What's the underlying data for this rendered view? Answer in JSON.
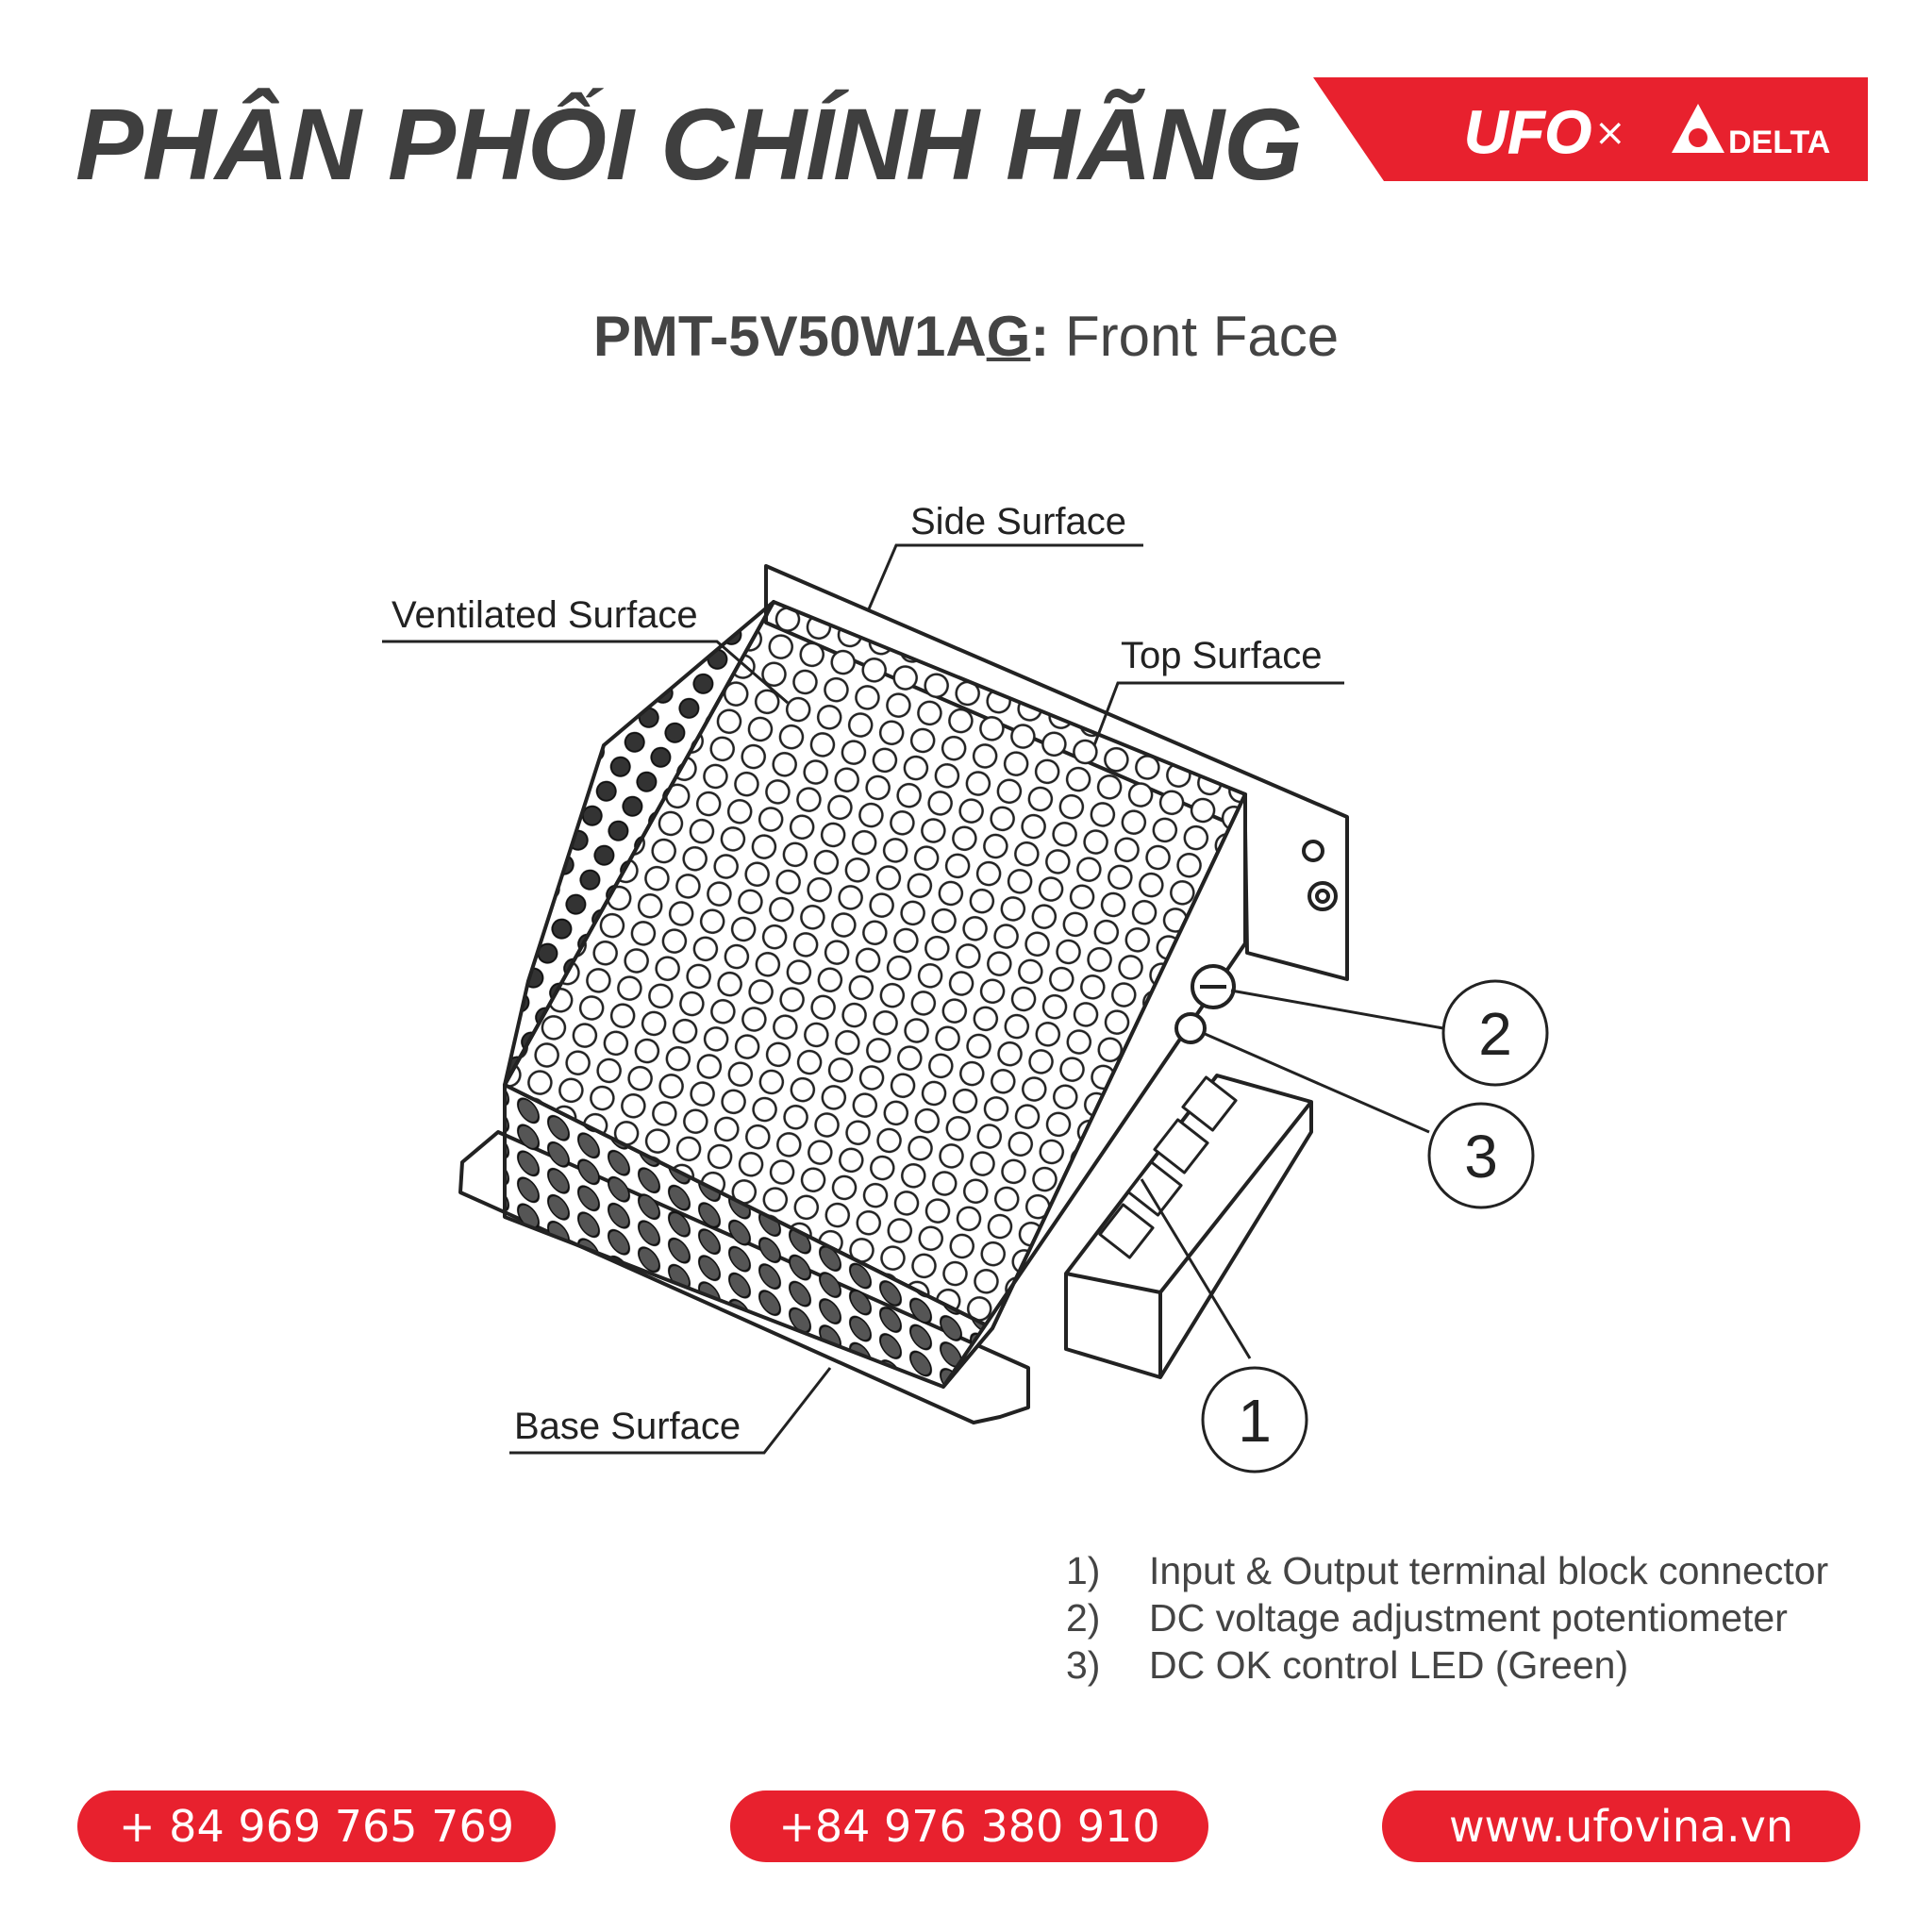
{
  "header": {
    "headline": "PHÂN PHỐI CHÍNH HÃNG",
    "brand": {
      "logo_left": "UFO",
      "separator": "×",
      "logo_right": "DELTA",
      "color": "#e8212e"
    }
  },
  "title": {
    "model_prefix": "PMT-5V50W1A",
    "model_underlined": "G",
    "colon": ":",
    "view": " Front Face"
  },
  "diagram": {
    "labels": {
      "side": "Side Surface",
      "ventilated": "Ventilated Surface",
      "top": "Top Surface",
      "base": "Base Surface"
    },
    "callouts": [
      "1",
      "2",
      "3"
    ]
  },
  "legend": [
    {
      "num": "1)",
      "text": "Input & Output terminal block connector"
    },
    {
      "num": "2)",
      "text": "DC voltage adjustment potentiometer"
    },
    {
      "num": "3)",
      "text": "DC OK control LED (Green)"
    }
  ],
  "contacts": {
    "phone1": "+ 84 969 765 769",
    "phone2": "+84 976 380 910",
    "website": "www.ufovina.vn"
  }
}
